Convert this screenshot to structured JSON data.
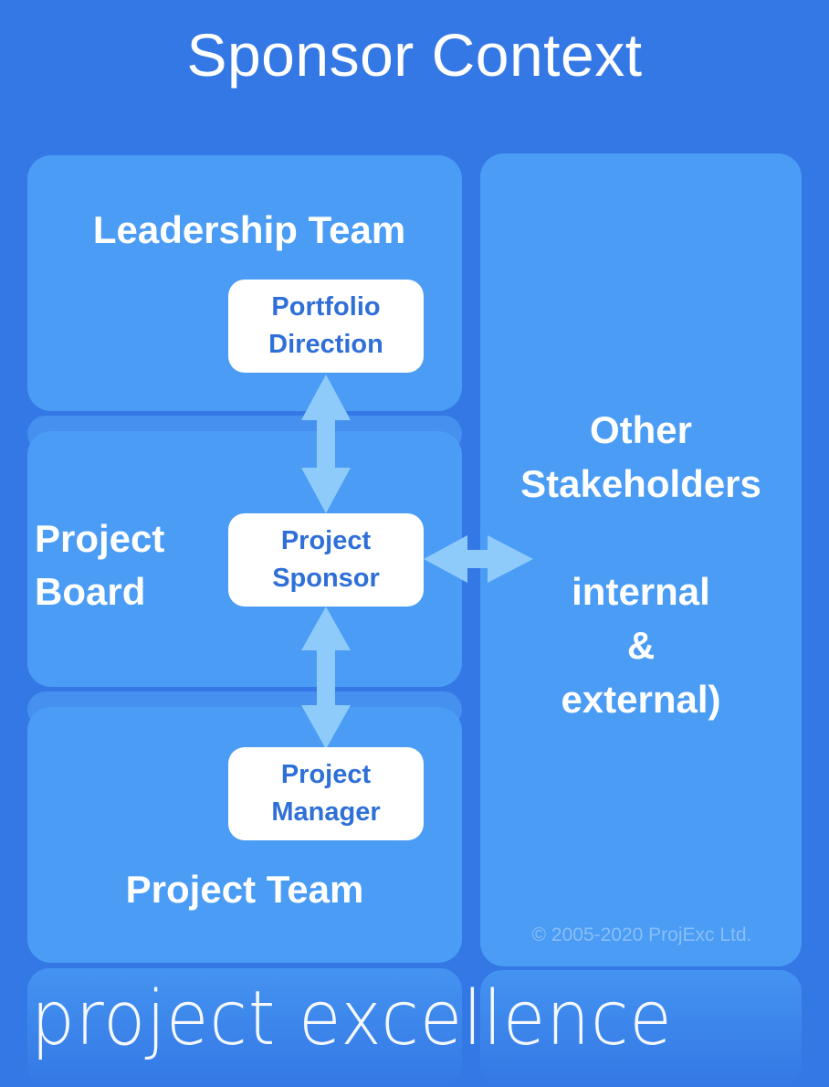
{
  "title": "Sponsor Context",
  "leadership": {
    "label": "Leadership Team",
    "box_line1": "Portfolio",
    "box_line2": "Direction"
  },
  "board": {
    "label_line1": "Project",
    "label_line2": "Board",
    "box_line1": "Project",
    "box_line2": "Sponsor"
  },
  "team": {
    "label": "Project Team",
    "box_line1": "Project",
    "box_line2": "Manager"
  },
  "stakeholders": {
    "line1": "Other",
    "line2": "Stakeholders",
    "line3": "internal",
    "line4": "&",
    "line5": "external)"
  },
  "copyright": "© 2005-2020 ProjExc Ltd.",
  "brand": "project excellence",
  "colors": {
    "background": "#3478e5",
    "panel": "#4a9cf5",
    "arrow": "#8ecbfa",
    "box_text": "#2f6fd8"
  }
}
